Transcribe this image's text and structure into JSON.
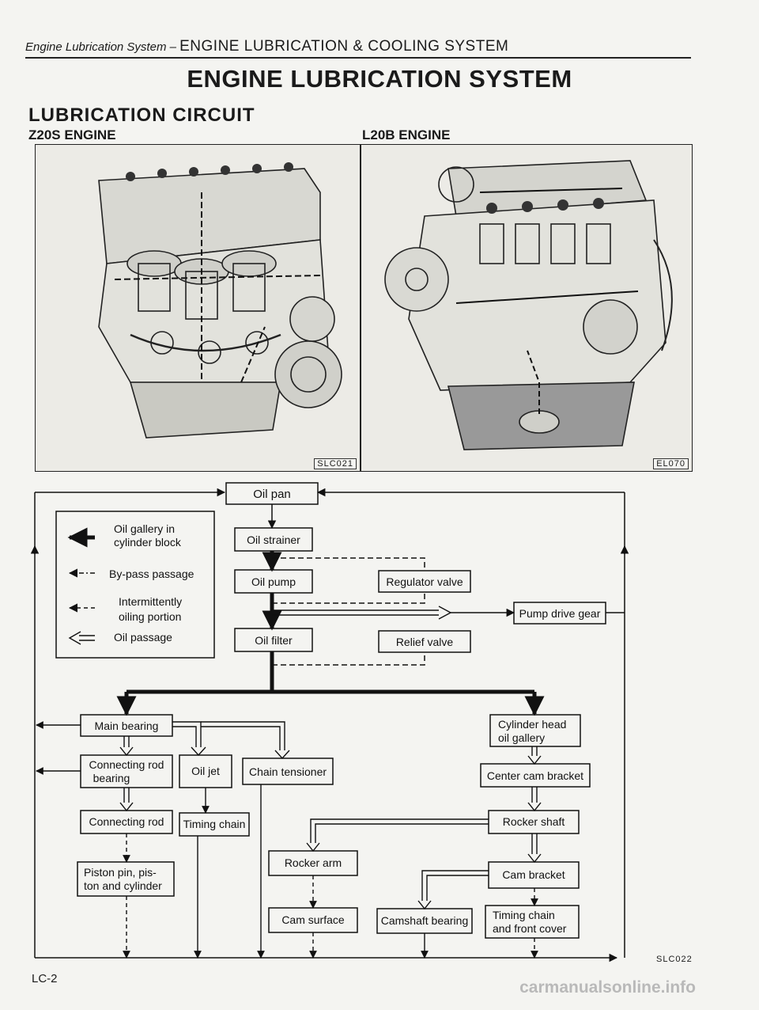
{
  "header": {
    "section_italic": "Engine Lubrication System",
    "separator": "–",
    "chapter": "ENGINE LUBRICATION & COOLING SYSTEM"
  },
  "title": "ENGINE LUBRICATION SYSTEM",
  "section_title": "LUBRICATION CIRCUIT",
  "figures": {
    "left": {
      "title": "Z20S ENGINE",
      "code": "SLC021"
    },
    "right": {
      "title": "L20B ENGINE",
      "code": "EL070"
    }
  },
  "legend": {
    "items": [
      {
        "line1": "Oil gallery in",
        "line2": "cylinder block"
      },
      {
        "line1": "By-pass passage",
        "line2": ""
      },
      {
        "line1": "Intermittently",
        "line2": "oiling portion"
      },
      {
        "line1": "Oil passage",
        "line2": ""
      }
    ]
  },
  "flow": {
    "oil_pan": "Oil pan",
    "oil_strainer": "Oil strainer",
    "oil_pump": "Oil pump",
    "regulator_valve": "Regulator valve",
    "pump_drive_gear": "Pump drive gear",
    "oil_filter": "Oil filter",
    "relief_valve": "Relief valve",
    "main_bearing": "Main bearing",
    "connecting_rod_bearing": [
      "Connecting rod",
      "bearing"
    ],
    "oil_jet": "Oil jet",
    "chain_tensioner": "Chain  tensioner",
    "connecting_rod": "Connecting rod",
    "timing_chain": "Timing chain",
    "piston": [
      "Piston pin, pis-",
      "ton and cylinder"
    ],
    "cylinder_head": [
      "Cylinder head",
      "oil gallery"
    ],
    "center_cam_bracket": "Center cam bracket",
    "rocker_shaft": "Rocker shaft",
    "rocker_arm": "Rocker arm",
    "cam_bracket": "Cam bracket",
    "cam_surface": "Cam surface",
    "camshaft_bearing": "Camshaft bearing",
    "timing_chain_front": [
      "Timing chain",
      "and front cover"
    ]
  },
  "flow_code": "SLC022",
  "page_number": "LC-2",
  "watermark": "carmanualsonline.info"
}
